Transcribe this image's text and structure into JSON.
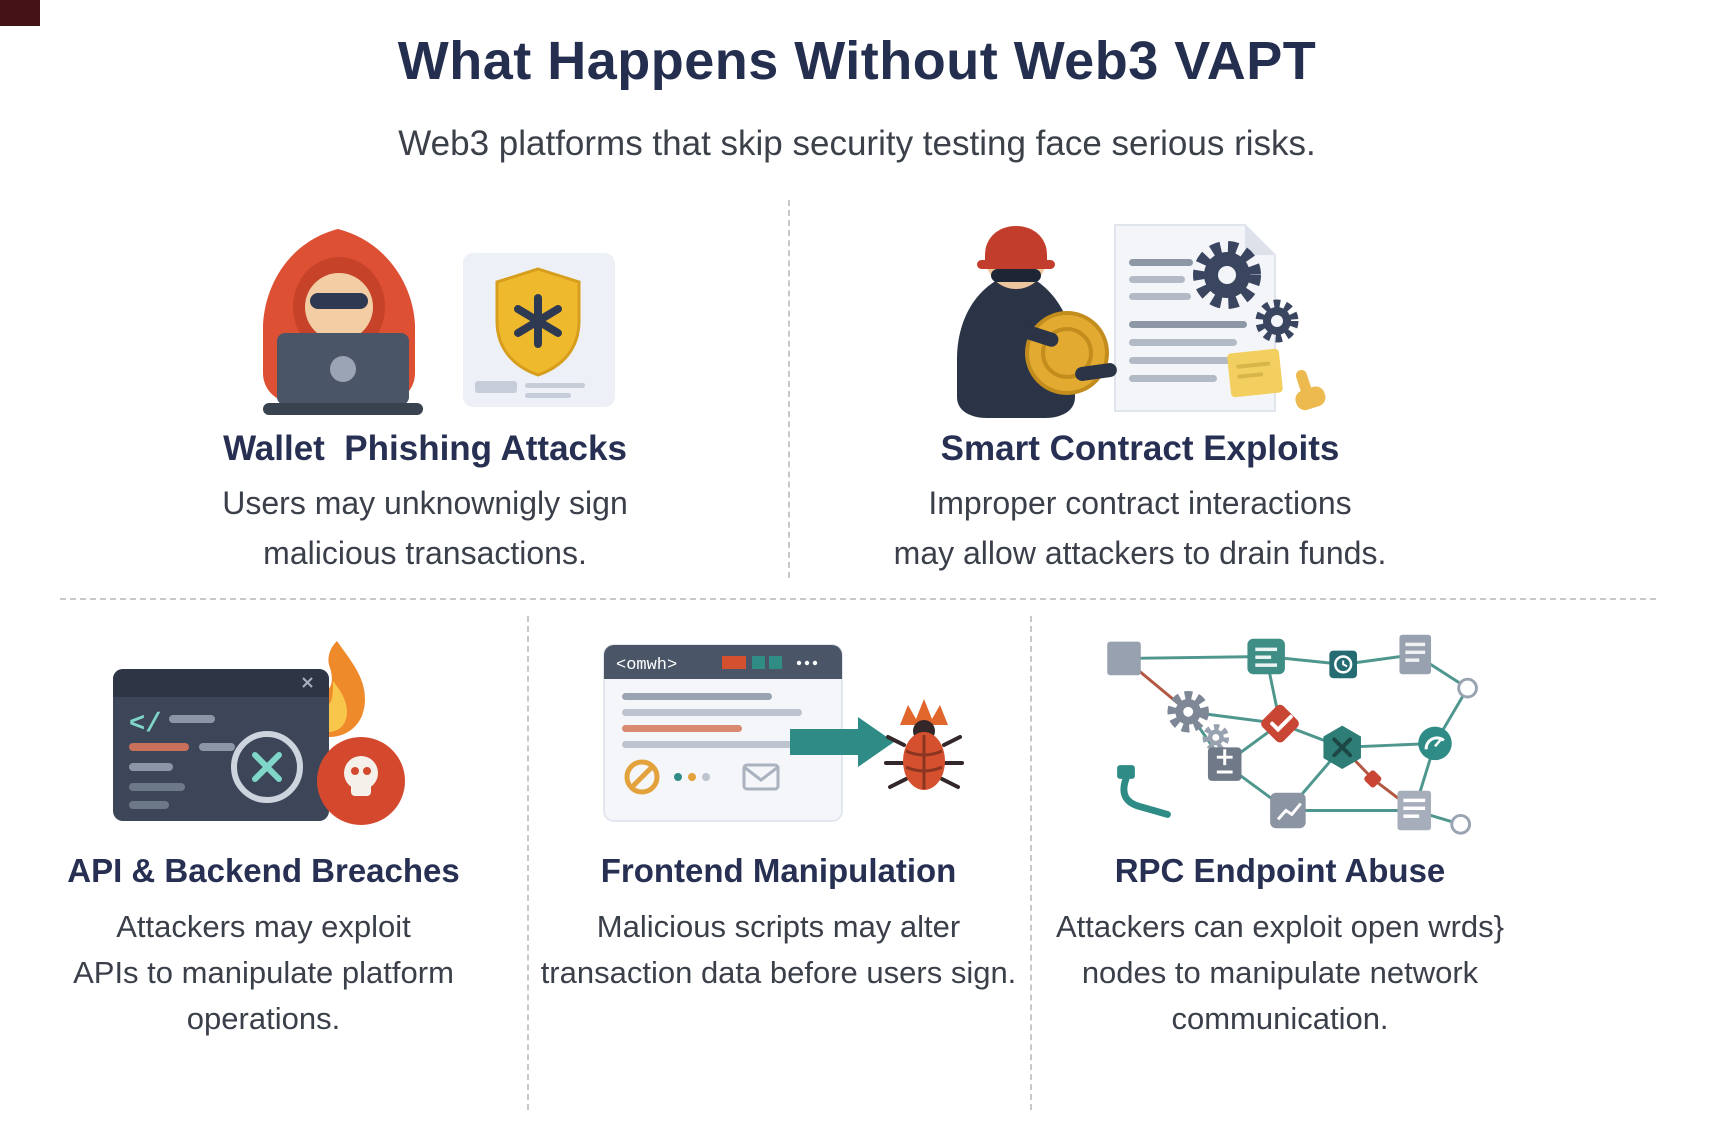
{
  "page": {
    "title": "What Happens Without Web3 VAPT",
    "subtitle": "Web3 platforms that skip security testing face serious risks."
  },
  "cards": [
    {
      "heading": "Wallet  Phishing Attacks",
      "body": "Users may unknownigly sign\nmalicious transactions.",
      "icon": "hacker-laptop-and-shield-badge"
    },
    {
      "heading": "Smart Contract Exploits",
      "body": "Improper contract interactions\nmay allow attackers to drain funds.",
      "icon": "thief-with-coin-and-contract-gears"
    },
    {
      "heading": "API & Backend Breaches",
      "body": "Attackers may exploit\nAPIs to manipulate platform\noperations.",
      "icon": "code-window-fire-skull"
    },
    {
      "heading": "Frontend Manipulation",
      "body": "Malicious scripts may alter\ntransaction data before users sign.",
      "icon": "browser-arrow-bug"
    },
    {
      "heading": "RPC Endpoint Abuse",
      "body": "Attackers can exploit open wrds}\nnodes to manipulate network\ncommunication.",
      "icon": "network-nodes-graph"
    }
  ],
  "illustrations": {
    "browser_tag": "<omwh>",
    "code_glyph": "</"
  },
  "colors": {
    "heading_navy": "#273052",
    "body_gray": "#3a3f49",
    "divider_gray": "#c8c8c8",
    "accent_orange": "#dd5033",
    "accent_yellow": "#efb92e",
    "accent_teal": "#2e8b85",
    "accent_red": "#d4492d",
    "slate_dark": "#3d4658",
    "coin_gold": "#e2aa30"
  }
}
